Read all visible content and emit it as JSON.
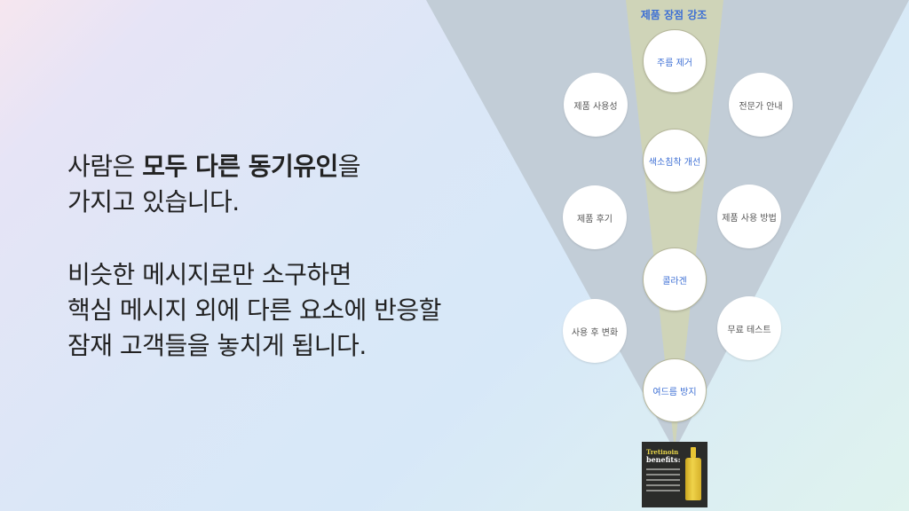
{
  "headline": {
    "line1_prefix": "사람은 ",
    "line1_bold": "모두 다른 동기유인",
    "line1_suffix": "을",
    "line2": "가지고 있습니다.",
    "line3": "비슷한 메시지로만 소구하면",
    "line4": "핵심 메시지 외에 다른 요소에 반응할",
    "line5": "잠재 고객들을 놓치게 됩니다."
  },
  "diagram": {
    "strip_title": "제품 장점 강조",
    "center_nodes": [
      "주름 제거",
      "색소침착 개선",
      "콜라겐",
      "여드름 방지"
    ],
    "left_nodes": [
      "제품 사용성",
      "제품 후기",
      "사용 후 변화"
    ],
    "right_nodes": [
      "전문가 안내",
      "제품 사용 방법",
      "무료 테스트"
    ],
    "product": {
      "title_line1": "Tretinoin",
      "title_line2": "benefits:",
      "image": "serum-bottle-product-card"
    },
    "colors": {
      "funnel": "#c2cdd7",
      "strip": "#cfd4b8",
      "accent": "#3d6fd4"
    }
  }
}
